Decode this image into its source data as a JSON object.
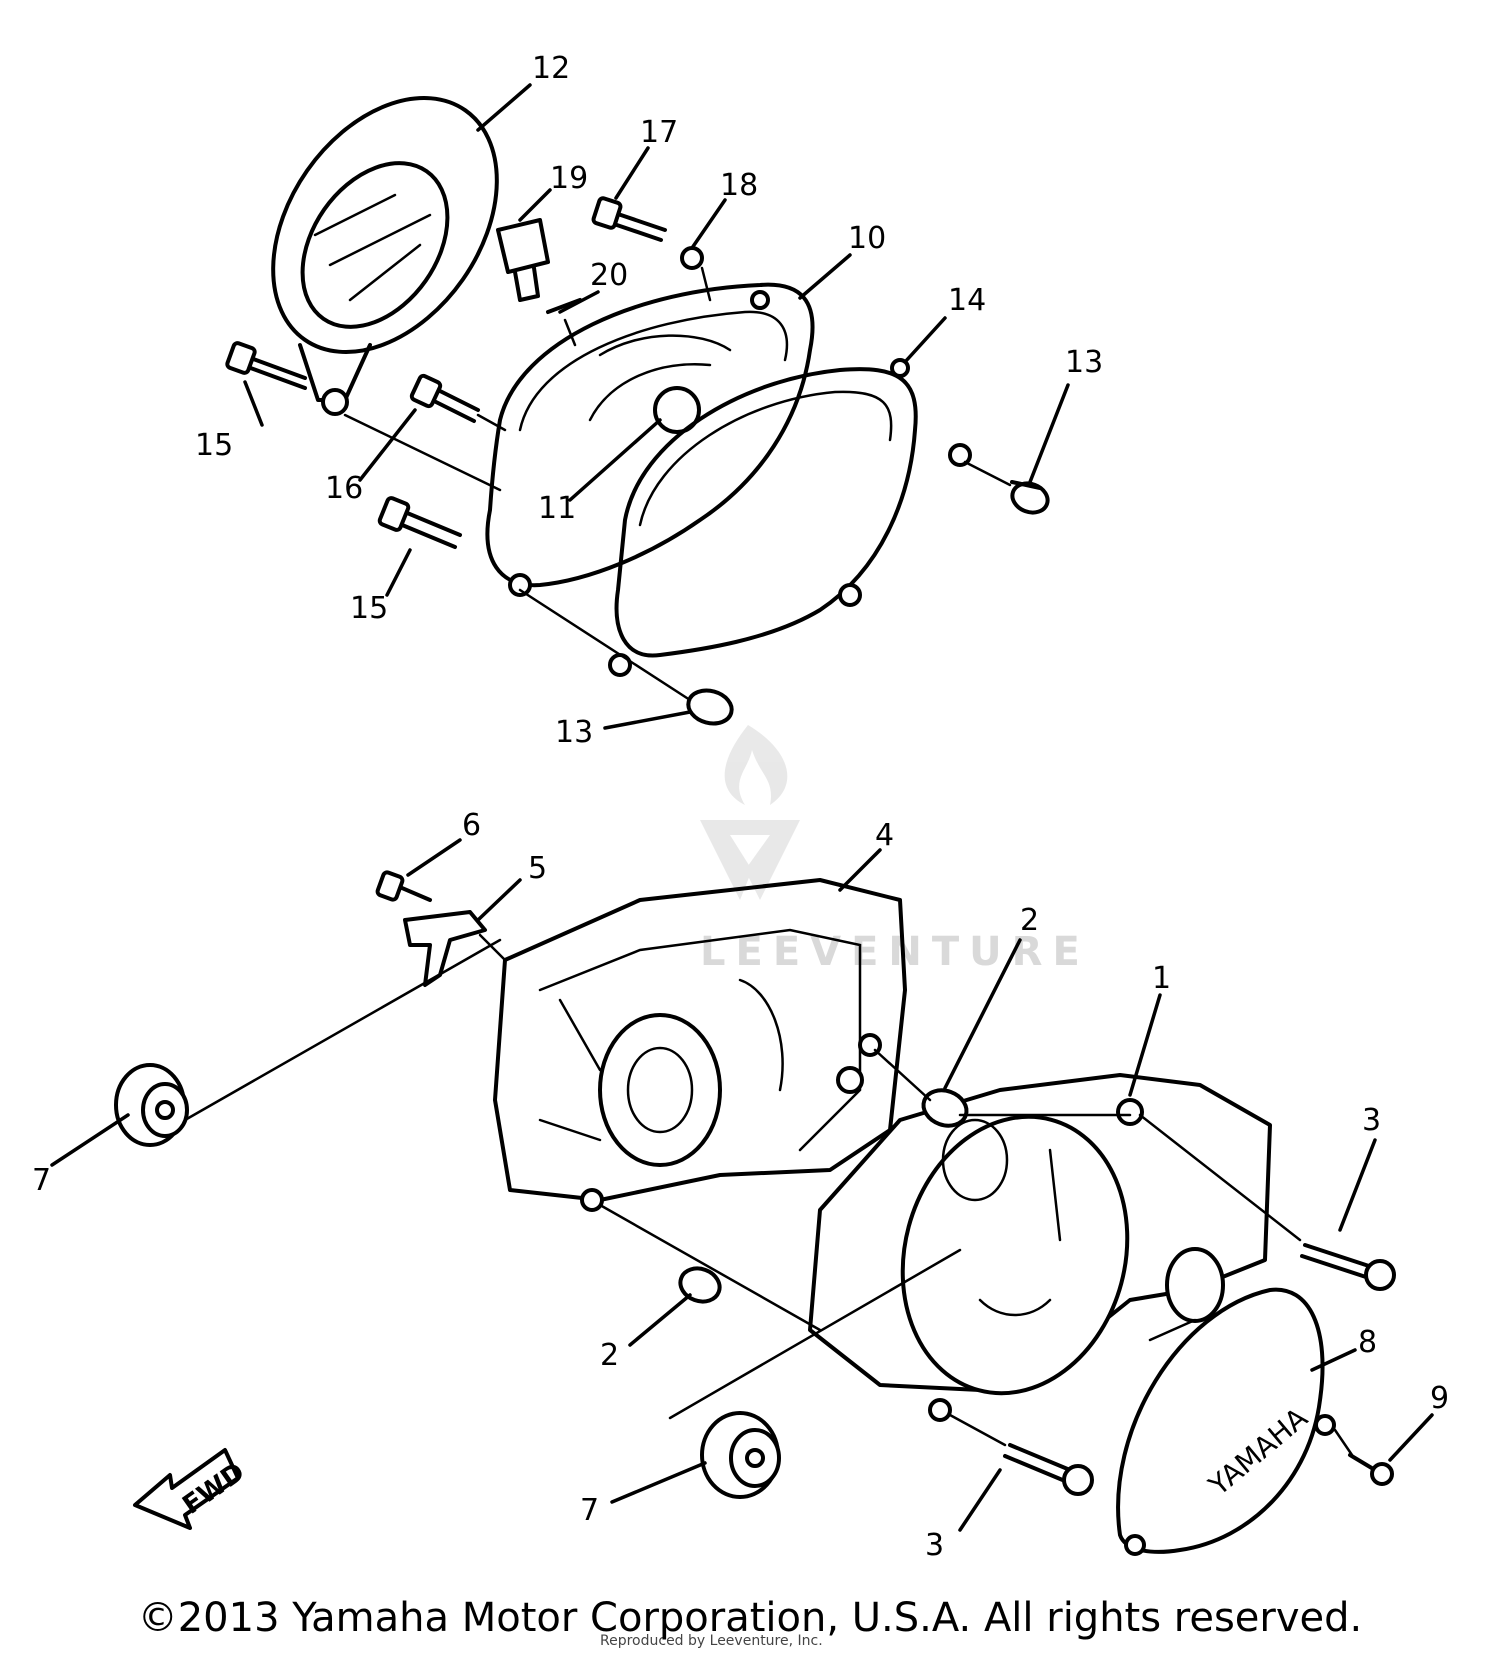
{
  "callouts": {
    "c1": "1",
    "c2a": "2",
    "c2b": "2",
    "c3a": "3",
    "c3b": "3",
    "c4": "4",
    "c5": "5",
    "c6": "6",
    "c7a": "7",
    "c7b": "7",
    "c8": "8",
    "c9": "9",
    "c10": "10",
    "c11": "11",
    "c12": "12",
    "c13a": "13",
    "c13b": "13",
    "c14": "14",
    "c15a": "15",
    "c15b": "15",
    "c16": "16",
    "c17": "17",
    "c18": "18",
    "c19": "19",
    "c20": "20"
  },
  "cover_brand": "YAMAHA",
  "direction_label": "FWD",
  "watermark_text": "LEEVENTURE",
  "small_credit": "Reproduced by Leeventure, Inc.",
  "copyright": "©2013 Yamaha Motor Corporation, U.S.A. All rights reserved."
}
